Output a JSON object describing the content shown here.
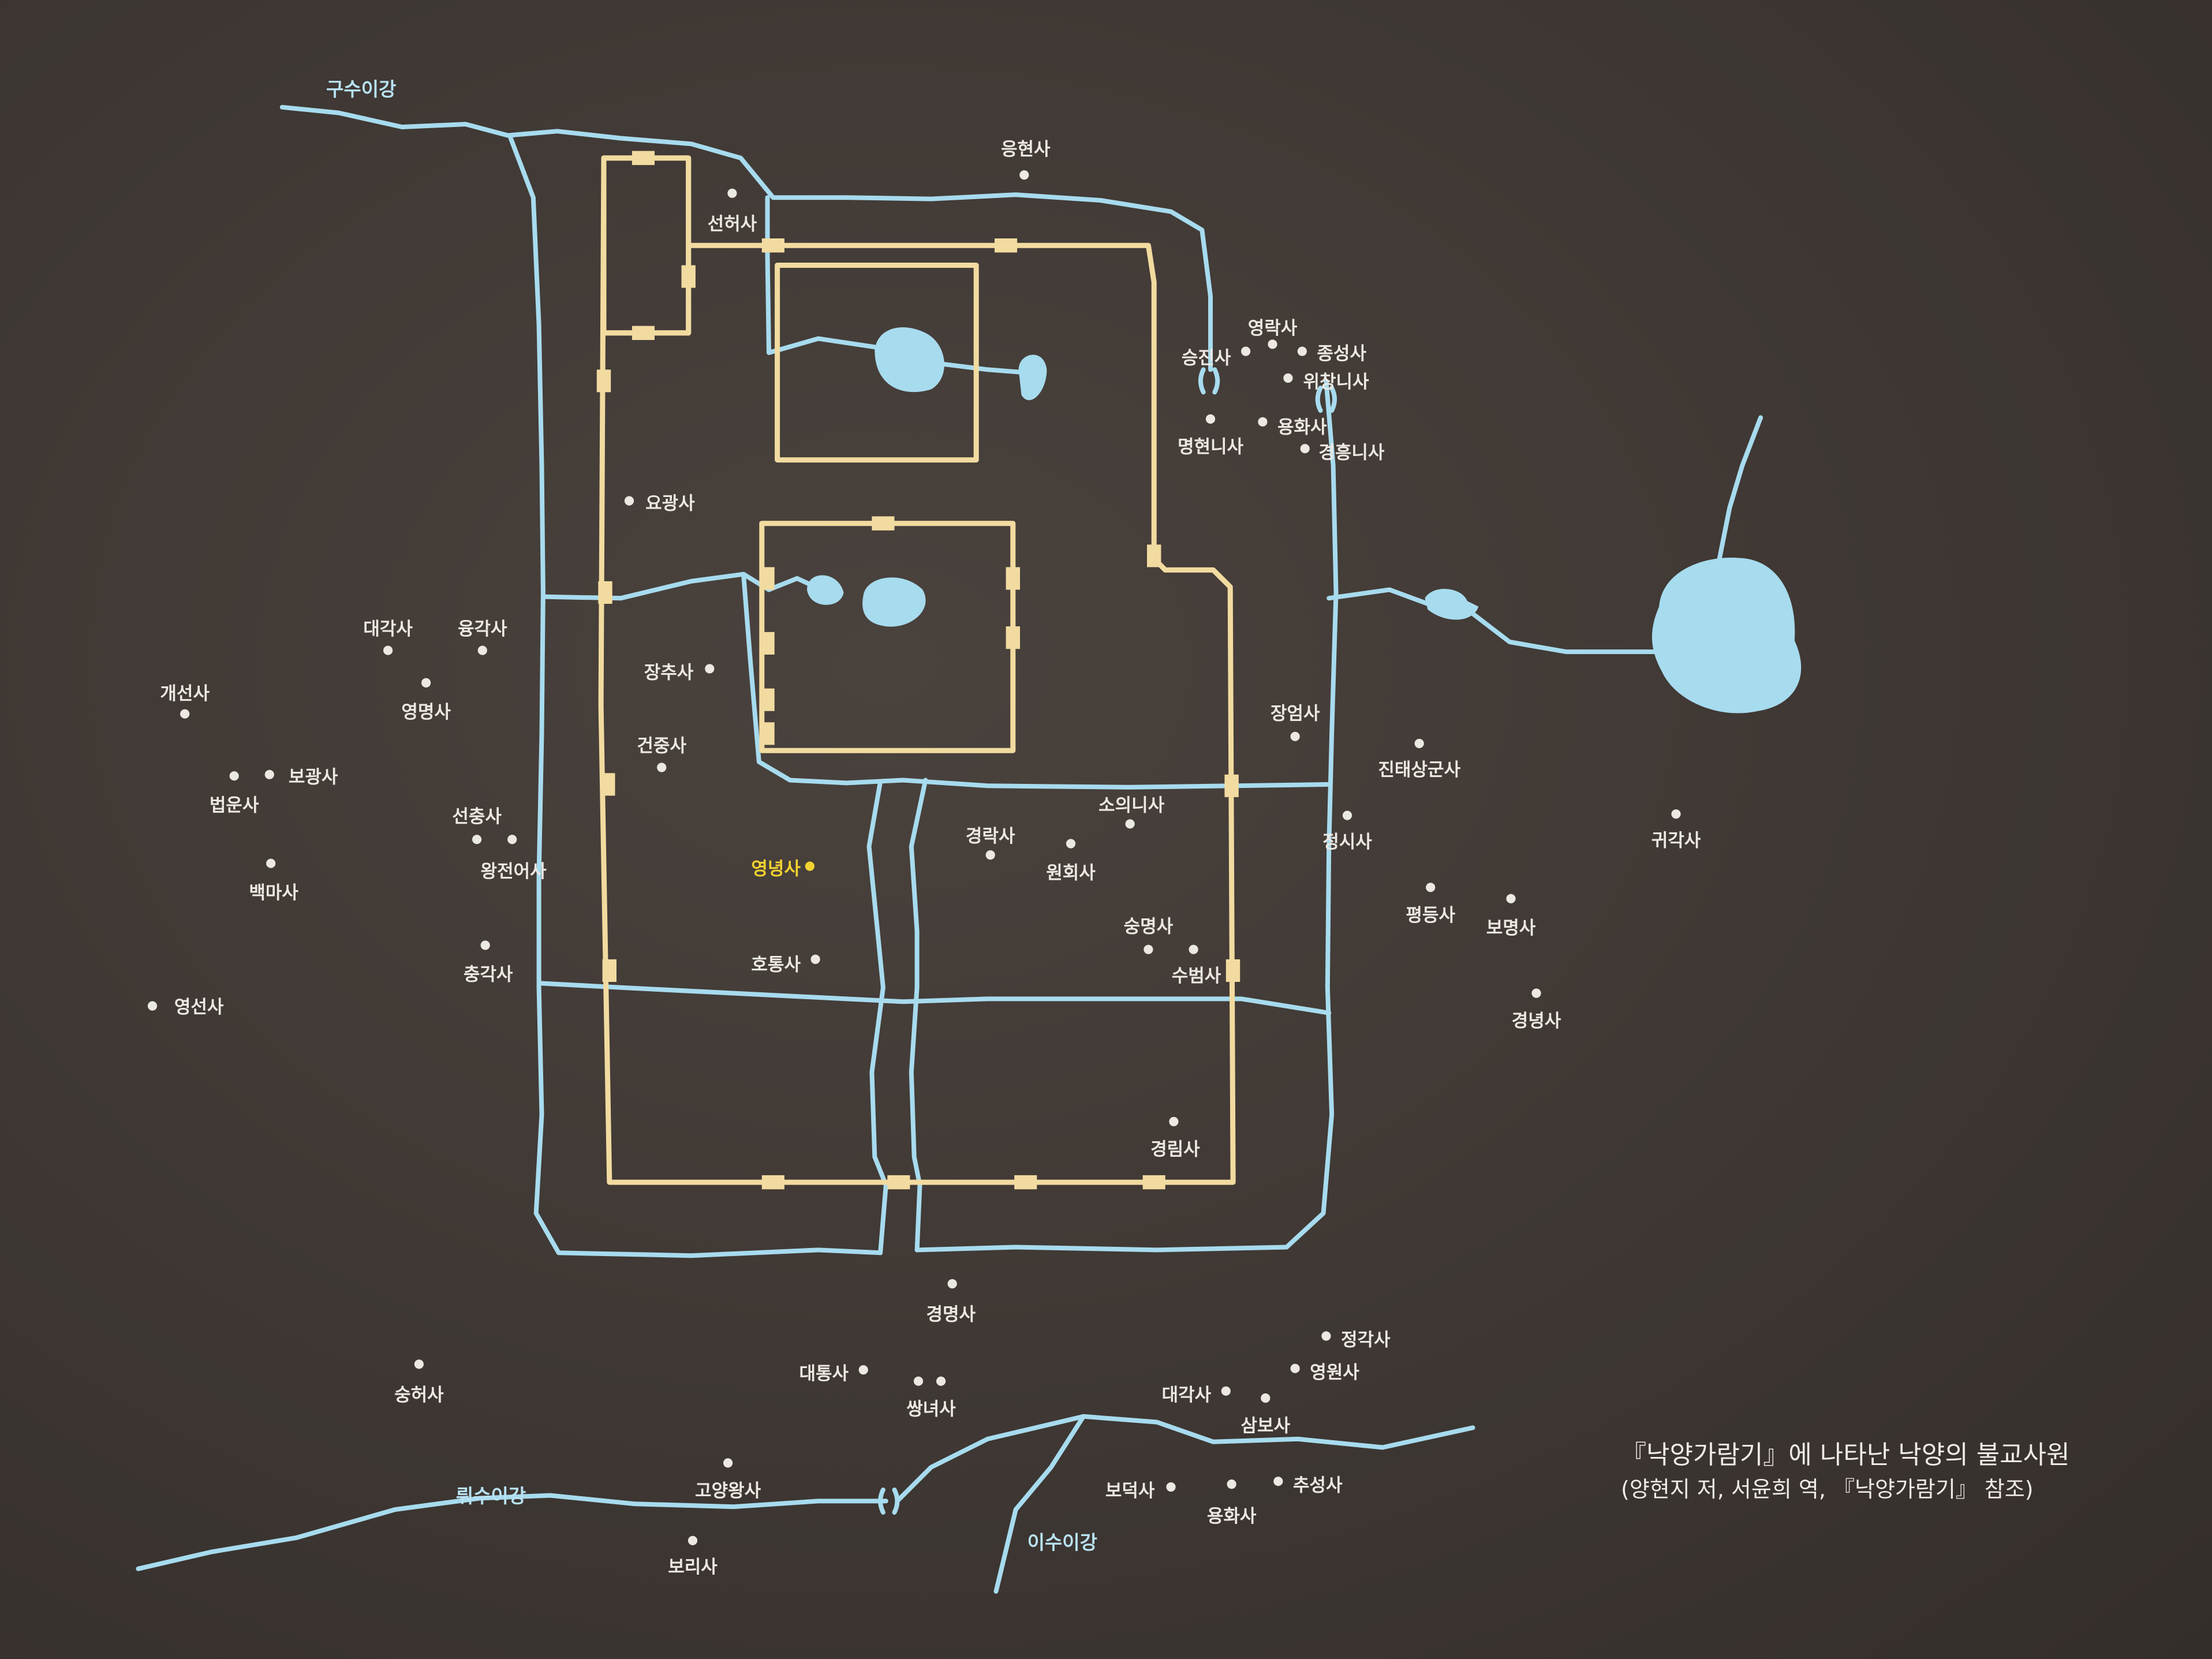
{
  "map": {
    "caption": {
      "title": "『낙양가람기』에 나타난 낙양의 불교사원",
      "source": "(양현지 저, 서윤희 역, 『낙양가람기』 참조)"
    },
    "colors": {
      "water": "#a7dbee",
      "wall": "#f2dba0",
      "dot": "#ece8e2",
      "highlight": "#f2d230",
      "background": "#3f3834"
    },
    "rivers": [
      "구수이강",
      "뤄수이강",
      "이수이강"
    ],
    "highlighted_temple": "영녕사",
    "temples": [
      "응현사",
      "선허사",
      "영락사",
      "승진사",
      "종성사",
      "위창니사",
      "용화사",
      "명현니사",
      "경흥니사",
      "요광사",
      "대각사",
      "융각사",
      "개선사",
      "영명사",
      "장추사",
      "건중사",
      "보광사",
      "법운사",
      "장엄사",
      "진태상군사",
      "선충사",
      "왕전어사",
      "소의니사",
      "경락사",
      "정시사",
      "귀각사",
      "영녕사",
      "원회사",
      "백마사",
      "평등사",
      "보명사",
      "숭명사",
      "수범사",
      "충각사",
      "호통사",
      "영선사",
      "경녕사",
      "경림사",
      "경명사",
      "정각사",
      "영원사",
      "대통사",
      "쌍녀사",
      "숭허사",
      "대각사",
      "삼보사",
      "보덕사",
      "추성사",
      "용화사",
      "고양왕사",
      "보리사"
    ]
  }
}
